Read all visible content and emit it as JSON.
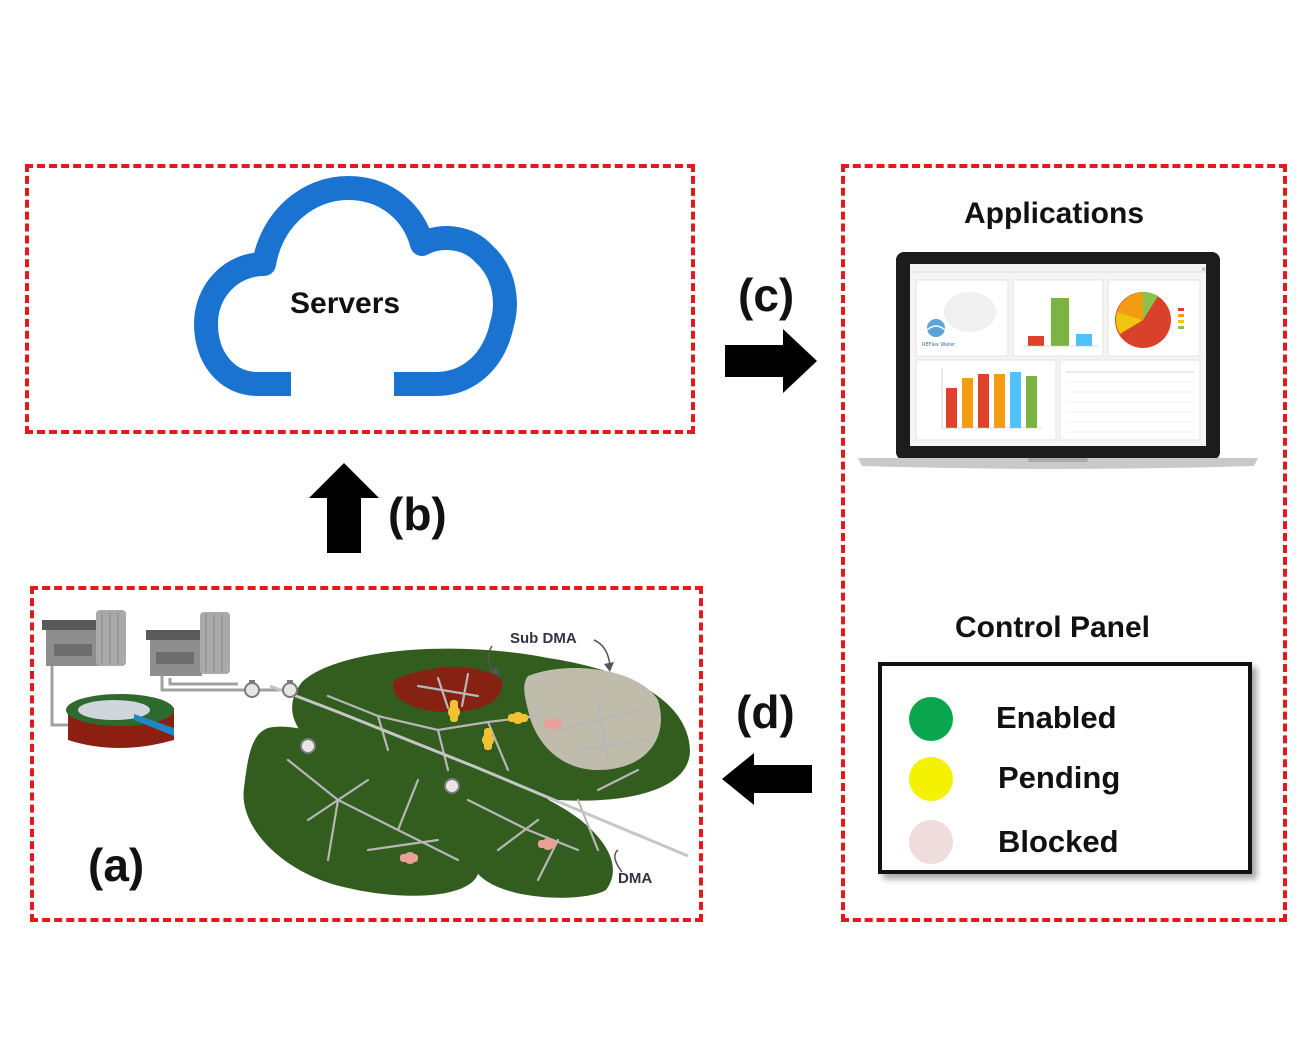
{
  "cloud": {
    "label": "Servers",
    "color": "#1a73d0"
  },
  "applications": {
    "title": "Applications",
    "brand": "REFlex Water"
  },
  "control_panel": {
    "title": "Control Panel",
    "items": [
      {
        "label": "Enabled",
        "color": "#0aa64d"
      },
      {
        "label": "Pending",
        "color": "#f5f200"
      },
      {
        "label": "Blocked",
        "color": "#efdcdc"
      }
    ]
  },
  "labels": {
    "a": "(a)",
    "b": "(b)",
    "c": "(c)",
    "d": "(d)"
  },
  "network": {
    "sub_dma": "Sub DMA",
    "dma": "DMA"
  },
  "colors": {
    "dashed_border": "#e3191b",
    "zone_green": "#325d1f",
    "sub_zone_red": "#862212",
    "sub_zone_grey": "#c0bcac"
  }
}
